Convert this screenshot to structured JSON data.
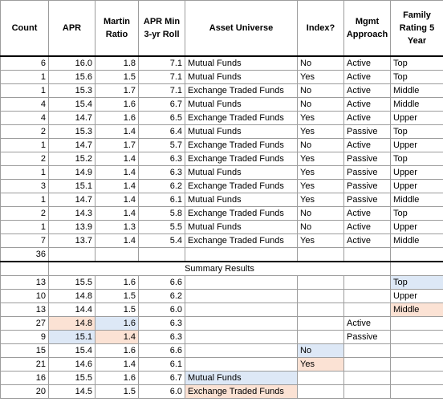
{
  "colors": {
    "blue": "#dde8f6",
    "peach": "#fbe2d4",
    "grid": "#9c9c9c"
  },
  "headers": [
    "Count",
    "APR",
    "Martin Ratio",
    "APR Min 3-yr Roll",
    "Asset Universe",
    "Index?",
    "Mgmt Approach",
    "Family Rating 5 Year"
  ],
  "rows": [
    [
      "6",
      "16.0",
      "1.8",
      "7.1",
      "Mutual Funds",
      "No",
      "Active",
      "Top"
    ],
    [
      "1",
      "15.6",
      "1.5",
      "7.1",
      "Mutual Funds",
      "Yes",
      "Active",
      "Top"
    ],
    [
      "1",
      "15.3",
      "1.7",
      "7.1",
      "Exchange Traded Funds",
      "No",
      "Active",
      "Middle"
    ],
    [
      "4",
      "15.4",
      "1.6",
      "6.7",
      "Mutual Funds",
      "No",
      "Active",
      "Middle"
    ],
    [
      "4",
      "14.7",
      "1.6",
      "6.5",
      "Exchange Traded Funds",
      "Yes",
      "Active",
      "Upper"
    ],
    [
      "2",
      "15.3",
      "1.4",
      "6.4",
      "Mutual Funds",
      "Yes",
      "Passive",
      "Top"
    ],
    [
      "1",
      "14.7",
      "1.7",
      "5.7",
      "Exchange Traded Funds",
      "No",
      "Active",
      "Upper"
    ],
    [
      "2",
      "15.2",
      "1.4",
      "6.3",
      "Exchange Traded Funds",
      "Yes",
      "Passive",
      "Top"
    ],
    [
      "1",
      "14.9",
      "1.4",
      "6.3",
      "Mutual Funds",
      "Yes",
      "Passive",
      "Upper"
    ],
    [
      "3",
      "15.1",
      "1.4",
      "6.2",
      "Exchange Traded Funds",
      "Yes",
      "Passive",
      "Upper"
    ],
    [
      "1",
      "14.7",
      "1.4",
      "6.1",
      "Mutual Funds",
      "Yes",
      "Passive",
      "Middle"
    ],
    [
      "2",
      "14.3",
      "1.4",
      "5.8",
      "Exchange Traded Funds",
      "No",
      "Active",
      "Top"
    ],
    [
      "1",
      "13.9",
      "1.3",
      "5.5",
      "Mutual Funds",
      "No",
      "Active",
      "Upper"
    ],
    [
      "7",
      "13.7",
      "1.4",
      "5.4",
      "Exchange Traded Funds",
      "Yes",
      "Active",
      "Middle"
    ]
  ],
  "total": "36",
  "summary_title": "Summary Results",
  "summary": [
    {
      "cells": [
        "13",
        "15.5",
        "1.6",
        "6.6",
        "",
        "",
        "",
        "Top"
      ],
      "fill": {
        "7": "blue"
      }
    },
    {
      "cells": [
        "10",
        "14.8",
        "1.5",
        "6.2",
        "",
        "",
        "",
        "Upper"
      ],
      "fill": {}
    },
    {
      "cells": [
        "13",
        "14.4",
        "1.5",
        "6.0",
        "",
        "",
        "",
        "Middle"
      ],
      "fill": {
        "7": "peach"
      }
    },
    {
      "cells": [
        "27",
        "14.8",
        "1.6",
        "6.3",
        "",
        "",
        "Active",
        ""
      ],
      "fill": {
        "1": "peach",
        "2": "blue"
      }
    },
    {
      "cells": [
        "9",
        "15.1",
        "1.4",
        "6.3",
        "",
        "",
        "Passive",
        ""
      ],
      "fill": {
        "1": "blue",
        "2": "peach"
      }
    },
    {
      "cells": [
        "15",
        "15.4",
        "1.6",
        "6.6",
        "",
        "No",
        "",
        ""
      ],
      "fill": {
        "5": "blue"
      }
    },
    {
      "cells": [
        "21",
        "14.6",
        "1.4",
        "6.1",
        "",
        "Yes",
        "",
        ""
      ],
      "fill": {
        "5": "peach"
      }
    },
    {
      "cells": [
        "16",
        "15.5",
        "1.6",
        "6.7",
        "Mutual Funds",
        "",
        "",
        ""
      ],
      "fill": {
        "4": "blue"
      }
    },
    {
      "cells": [
        "20",
        "14.5",
        "1.5",
        "6.0",
        "Exchange Traded Funds",
        "",
        "",
        ""
      ],
      "fill": {
        "4": "peach"
      }
    }
  ]
}
